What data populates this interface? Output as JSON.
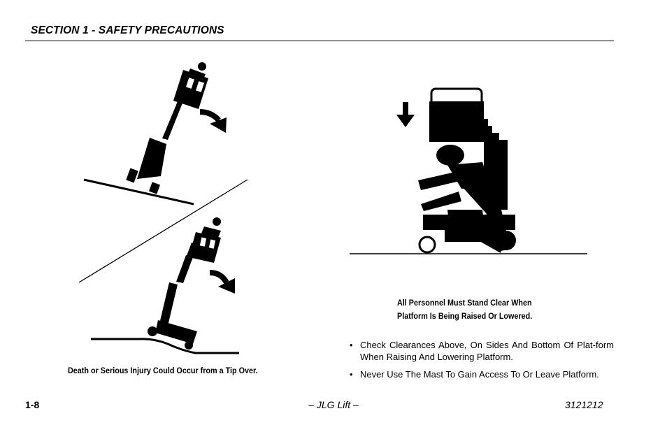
{
  "header": {
    "section_title": "SECTION 1 - SAFETY PRECAUTIONS"
  },
  "left_figure": {
    "caption": "Death or Serious Injury Could Occur from a Tip Over."
  },
  "right_figure": {
    "caption_line1": "All Personnel Must Stand Clear When",
    "caption_line2": "Platform Is Being Raised Or Lowered."
  },
  "bullets": [
    "Check Clearances Above, On Sides And Bottom Of Plat-form When Raising And Lowering Platform.",
    "Never Use The Mast To Gain Access To Or Leave Platform."
  ],
  "footer": {
    "page_number": "1-8",
    "center_text": "– JLG Lift –",
    "doc_number": "3121212"
  }
}
